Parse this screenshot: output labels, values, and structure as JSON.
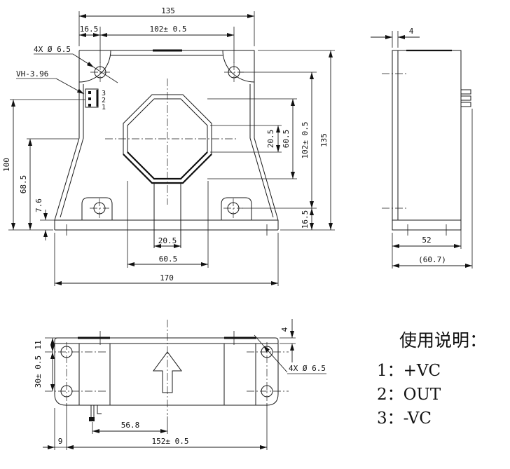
{
  "front": {
    "dim_width_top": "135",
    "dim_hole_offset_top": "16.5",
    "dim_hole_spacing_h": "102± 0.5",
    "dim_window_flat_v": "20.5",
    "dim_window_size_v": "60.5",
    "dim_hole_spacing_v": "102± 0.5",
    "dim_height": "135",
    "dim_hole_offset_bottom": "16.5",
    "dim_pin_height": "100",
    "dim_center_height": "68.5",
    "dim_base_lip": "7.6",
    "dim_window_flat_h": "20.5",
    "dim_window_size_h": "60.5",
    "dim_base_width": "170",
    "label_mount_holes": "4X Ø 6.5",
    "label_connector": "VH-3.96",
    "pin_labels": [
      "3",
      "2",
      "1"
    ]
  },
  "side": {
    "dim_flange_thickness": "4",
    "dim_depth": "52",
    "dim_overall_depth": "(60.7)"
  },
  "bottom": {
    "dim_hole_offset_front": "11",
    "dim_hole_spacing_d": "30± 0.5",
    "dim_hole_offset_left": "9",
    "dim_pin_to_center": "56.8",
    "dim_hole_spacing_w": "152± 0.5",
    "dim_flange_thickness": "4",
    "label_mount_holes": "4X Ø 6.5"
  },
  "notes": {
    "title": "使用说明：",
    "items": [
      "1：+VC",
      "2：OUT",
      "3：-VC"
    ]
  }
}
